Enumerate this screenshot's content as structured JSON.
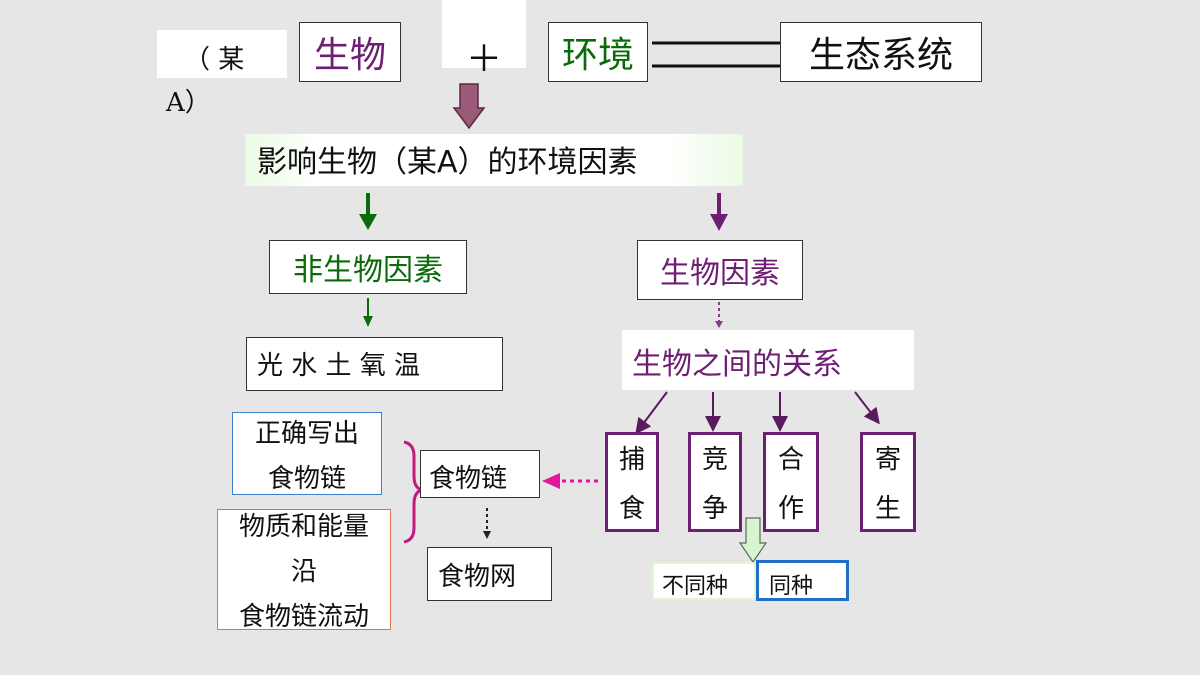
{
  "top": {
    "prefix_line1": "（ 某",
    "prefix_line2": "A）",
    "organism": "生物",
    "plus": "＋",
    "environment": "环境",
    "ecosystem": "生态系统"
  },
  "factors_title": "影响生物（某A）的环境因素",
  "abiotic": {
    "label": "非生物因素",
    "items": "光 水 土 氧 温"
  },
  "biotic": {
    "label": "生物因素",
    "relations": "生物之间的关系",
    "types": [
      {
        "l1": "捕",
        "l2": "食"
      },
      {
        "l1": "竞",
        "l2": "争"
      },
      {
        "l1": "合",
        "l2": "作"
      },
      {
        "l1": "寄",
        "l2": "生"
      }
    ],
    "competition_split": {
      "different": "不同种",
      "same": "同种"
    }
  },
  "food": {
    "chain": "食物链",
    "web": "食物网",
    "note1_l1": "正确写出",
    "note1_l2": "食物链",
    "note2_l1": "物质和能量",
    "note2_l2": "沿",
    "note2_l3": "食物链流动"
  },
  "colors": {
    "purple": "#6e1f73",
    "green": "#0a6b0a",
    "magenta": "#e0199b",
    "blue": "#1f6fc4",
    "orange": "#e07050"
  }
}
